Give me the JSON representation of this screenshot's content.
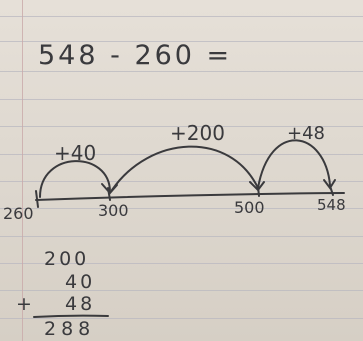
{
  "equation": "548 - 260 =",
  "number_line": {
    "tick_labels": [
      "260",
      "300",
      "500",
      "548"
    ],
    "jumps": [
      "+40",
      "+200",
      "+48"
    ]
  },
  "addition": {
    "rows": [
      "200",
      "40",
      "48"
    ],
    "operator": "+",
    "total": "288"
  }
}
